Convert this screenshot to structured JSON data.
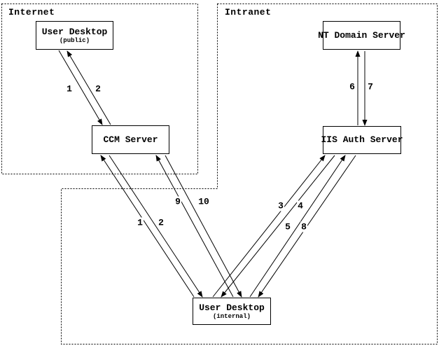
{
  "diagram": {
    "background": "#ffffff",
    "line_color": "#000000"
  },
  "regions": {
    "internet": {
      "label": "Internet"
    },
    "intranet": {
      "label": "Intranet"
    }
  },
  "nodes": {
    "user_desktop_public": {
      "title": "User Desktop",
      "subtitle": "(public)"
    },
    "ccm_server": {
      "title": "CCM Server"
    },
    "nt_domain_server": {
      "title": "NT Domain Server"
    },
    "iis_auth_server": {
      "title": "IIS Auth Server"
    },
    "user_desktop_internal": {
      "title": "User Desktop",
      "subtitle": "(internal)"
    }
  },
  "edges": [
    {
      "from": "user_desktop_public",
      "to": "ccm_server",
      "labels": [
        "1",
        "2"
      ]
    },
    {
      "from": "ccm_server",
      "to": "user_desktop_internal",
      "labels": [
        "1",
        "2"
      ]
    },
    {
      "from": "ccm_server",
      "to": "user_desktop_internal",
      "labels": [
        "9",
        "10"
      ]
    },
    {
      "from": "iis_auth_server",
      "to": "user_desktop_internal",
      "labels": [
        "3",
        "4"
      ]
    },
    {
      "from": "iis_auth_server",
      "to": "user_desktop_internal",
      "labels": [
        "5",
        "8"
      ]
    },
    {
      "from": "nt_domain_server",
      "to": "iis_auth_server",
      "labels": [
        "6",
        "7"
      ]
    }
  ]
}
